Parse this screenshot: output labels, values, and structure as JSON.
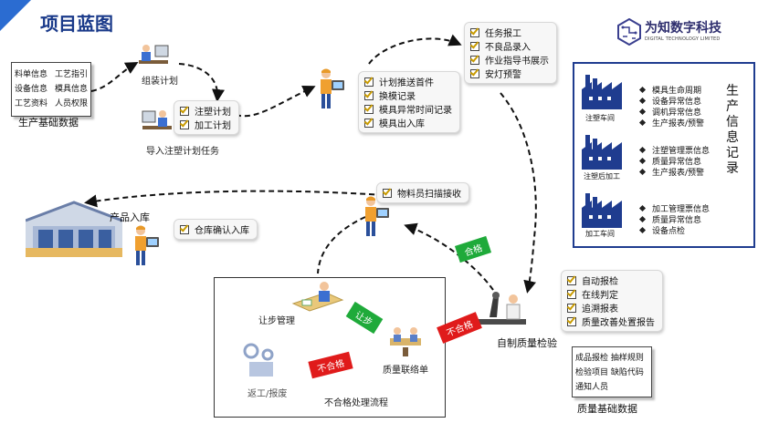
{
  "header": {
    "title": "项目蓝图"
  },
  "logo": {
    "name": "为知数字科技",
    "sub": "DIGITAL TECHNOLOGY LIMITED"
  },
  "base_data": {
    "items": [
      "料单信息",
      "工艺指引",
      "设备信息",
      "模具信息",
      "工艺资料",
      "人员权限"
    ],
    "label": "生产基础数据"
  },
  "assembly_plan": {
    "label": "组装计划"
  },
  "import_plan": {
    "label": "导入注塑计划任务",
    "items": [
      "注塑计划",
      "加工计划"
    ]
  },
  "push_box": {
    "items": [
      "计划推送首件",
      "换模记录",
      "模具异常时间记录",
      "模具出入库"
    ]
  },
  "task_box": {
    "items": [
      "任务报工",
      "不良品录入",
      "作业指导书展示",
      "安灯预警"
    ]
  },
  "production_record": {
    "title": "生产信息记录",
    "sections": [
      {
        "name": "注塑车间",
        "items": [
          "模具生命周期",
          "设备异常信息",
          "调机异常信息",
          "生产报表/预警"
        ]
      },
      {
        "name": "注塑后加工",
        "items": [
          "注塑管理票信息",
          "质量异常信息",
          "生产报表/预警"
        ]
      },
      {
        "name": "加工车间",
        "items": [
          "加工管理票信息",
          "质量异常信息",
          "设备点检"
        ]
      }
    ]
  },
  "material_scan": {
    "items": [
      "物料员扫描接收"
    ]
  },
  "warehouse": {
    "label": "产品入库",
    "items": [
      "仓库确认入库"
    ]
  },
  "qualified_tag": "合格",
  "qc_box": {
    "items": [
      "自动报检",
      "在线判定",
      "追溯报表",
      "质量改善处置报告"
    ]
  },
  "self_qc": {
    "label": "自制质量检验"
  },
  "unqualified_flow": {
    "title": "不合格处理流程",
    "concession": "让步管理",
    "contact": "质量联络单",
    "rework": "返工/报废",
    "tag_pass": "让步",
    "tag_fail_1": "不合格",
    "tag_fail_2": "不合格"
  },
  "quality_base": {
    "label": "质量基础数据",
    "lines": [
      "成品报检 抽样规则",
      "检验项目 缺陷代码",
      "通知人员"
    ]
  },
  "colors": {
    "accent": "#2b6cd1",
    "title": "#1a3a8a",
    "factory": "#1f3c8f",
    "red": "#e01b1b",
    "green": "#1faa3a"
  }
}
